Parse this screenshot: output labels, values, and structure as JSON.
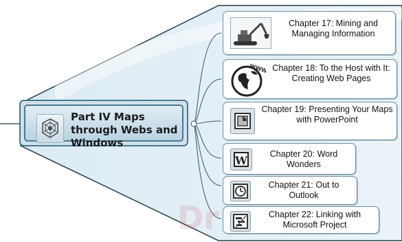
{
  "central": {
    "title": "Part IV Maps through Webs and Windows",
    "icon": "web-hexagon-icon"
  },
  "branches": [
    {
      "label": "Chapter 17: Mining and Managing Information",
      "icon": "excavator-icon"
    },
    {
      "label": "Chapter 18: To the Host with It: Creating Web Pages",
      "icon": "globe-www-icon"
    },
    {
      "label": "Chapter 19: Presenting Your Maps with PowerPoint",
      "icon": "powerpoint-icon"
    },
    {
      "label": "Chapter 20: Word Wonders",
      "icon": "word-icon"
    },
    {
      "label": "Chapter 21: Out to Outlook",
      "icon": "outlook-clock-icon"
    },
    {
      "label": "Chapter 22: Linking with Microsoft Project",
      "icon": "project-icon"
    }
  ],
  "watermark": "Dr"
}
